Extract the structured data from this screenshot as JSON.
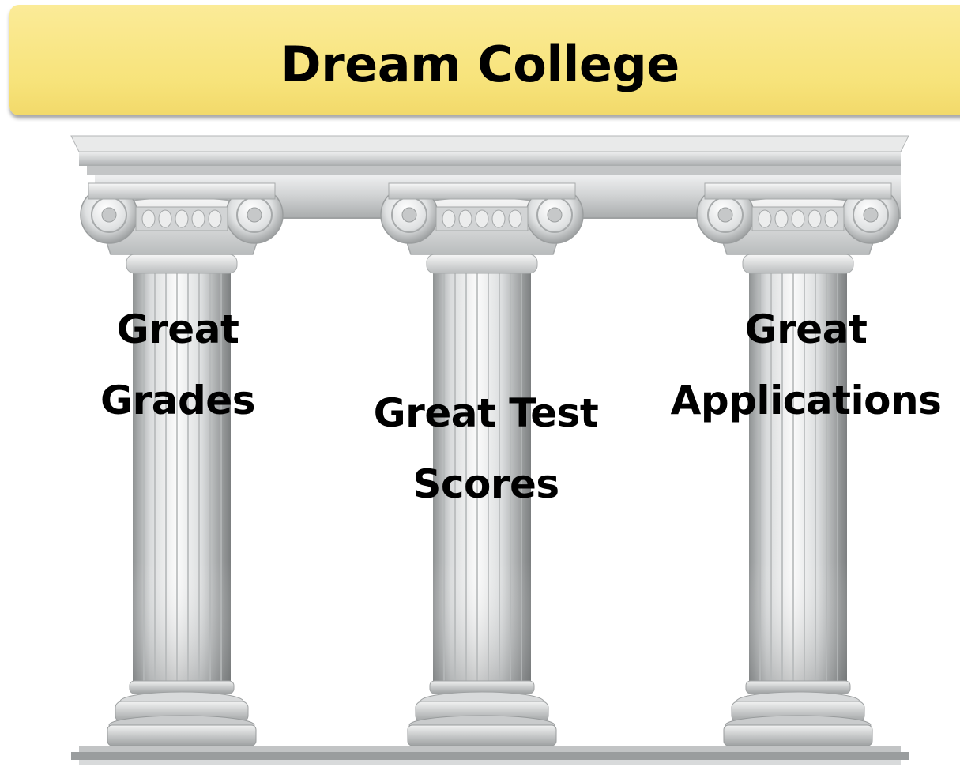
{
  "banner": {
    "title": "Dream College"
  },
  "pillars": [
    {
      "line1": "Great",
      "line2": "Grades"
    },
    {
      "line1": "Great Test",
      "line2": "Scores"
    },
    {
      "line1": "Great",
      "line2": "Applications"
    }
  ],
  "colors": {
    "banner_fill": "#f7e37a",
    "text": "#000000",
    "marble_light": "#f4f5f5",
    "marble_shadow": "#8f9293"
  }
}
